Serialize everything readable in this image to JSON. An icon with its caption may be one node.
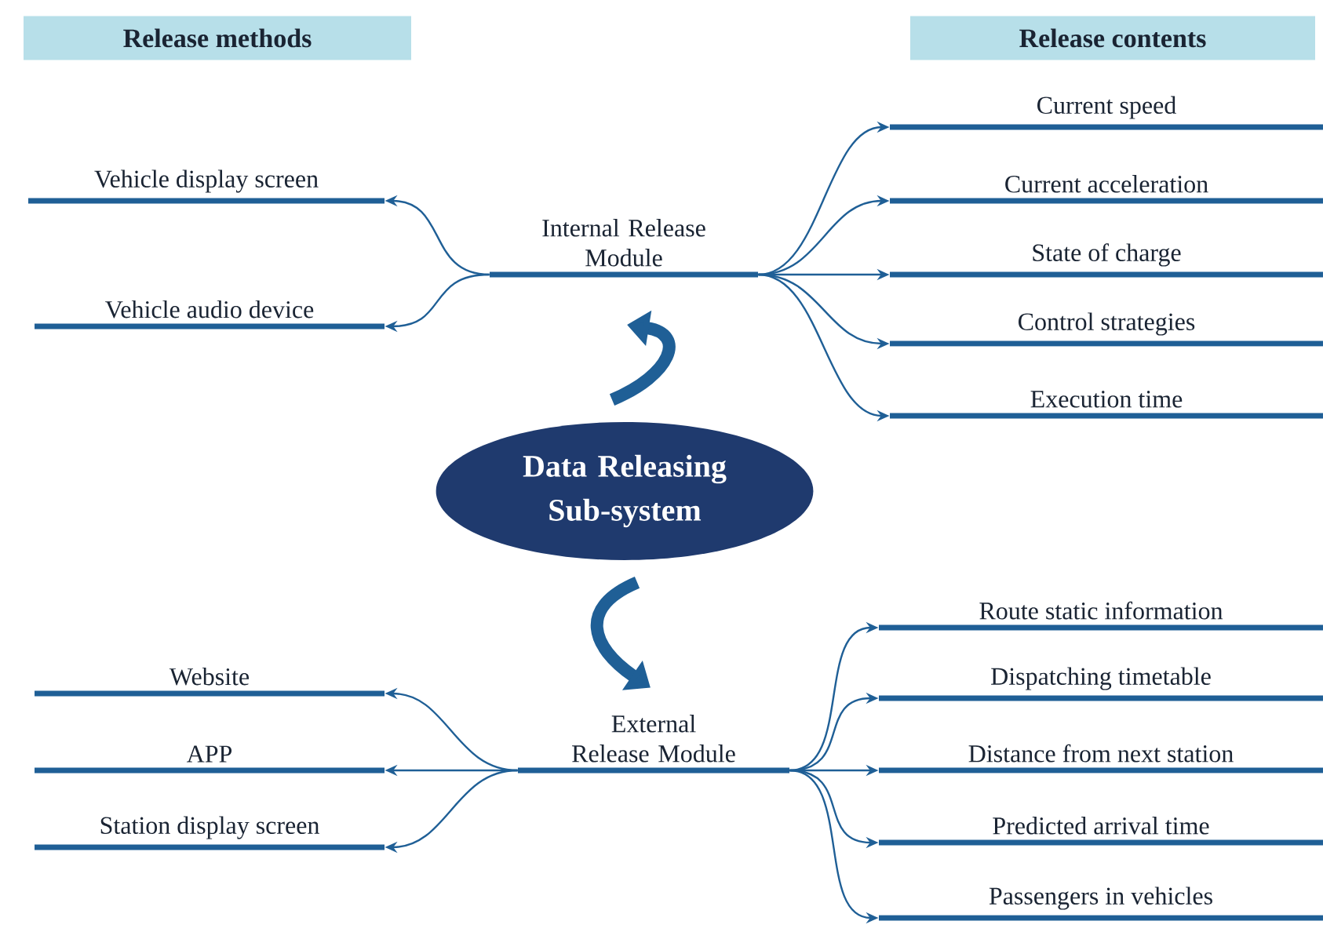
{
  "diagram": {
    "nodes": [
      {
        "text": [
          "Release methods"
        ]
      },
      {
        "text": [
          "Release contents"
        ]
      },
      {
        "text": [
          "Vehicle display screen"
        ]
      },
      {
        "text": [
          "Vehicle audio device"
        ]
      },
      {
        "text": [
          "Internal Release Module"
        ]
      },
      {
        "text": [
          "Current speed"
        ]
      },
      {
        "text": [
          "Current acceleration"
        ]
      },
      {
        "text": [
          "State of charge"
        ]
      },
      {
        "text": [
          "Control strategies"
        ]
      },
      {
        "text": [
          "Execution time"
        ]
      },
      {
        "text": [
          "Data Releasing Sub-system"
        ]
      },
      {
        "text": [
          "Website"
        ]
      },
      {
        "text": [
          "APP"
        ]
      },
      {
        "text": [
          "Station display screen"
        ]
      },
      {
        "text": [
          "External Release Module"
        ]
      },
      {
        "text": [
          "Route static information"
        ]
      },
      {
        "text": [
          "Dispatching timetable"
        ]
      },
      {
        "text": [
          "Distance from next station"
        ]
      },
      {
        "text": [
          "Predicted arrival time"
        ]
      },
      {
        "text": [
          "Passengers in vehicles"
        ]
      }
    ],
    "edges": [
      {
        "from": 4,
        "to": 2,
        "arrow": "to"
      },
      {
        "from": 4,
        "to": 3,
        "arrow": "to"
      },
      {
        "from": 4,
        "to": 5,
        "arrow": "to"
      },
      {
        "from": 4,
        "to": 6,
        "arrow": "to"
      },
      {
        "from": 4,
        "to": 7,
        "arrow": "to"
      },
      {
        "from": 4,
        "to": 8,
        "arrow": "to"
      },
      {
        "from": 4,
        "to": 9,
        "arrow": "to"
      },
      {
        "from": 10,
        "to": 4,
        "arrow": "to",
        "style": "thick"
      },
      {
        "from": 10,
        "to": 14,
        "arrow": "to",
        "style": "thick"
      },
      {
        "from": 14,
        "to": 11,
        "arrow": "to"
      },
      {
        "from": 14,
        "to": 12,
        "arrow": "to"
      },
      {
        "from": 14,
        "to": 13,
        "arrow": "to"
      },
      {
        "from": 14,
        "to": 15,
        "arrow": "to"
      },
      {
        "from": 14,
        "to": 16,
        "arrow": "to"
      },
      {
        "from": 14,
        "to": 17,
        "arrow": "to"
      },
      {
        "from": 14,
        "to": 18,
        "arrow": "to"
      },
      {
        "from": 14,
        "to": 19,
        "arrow": "to"
      }
    ]
  }
}
